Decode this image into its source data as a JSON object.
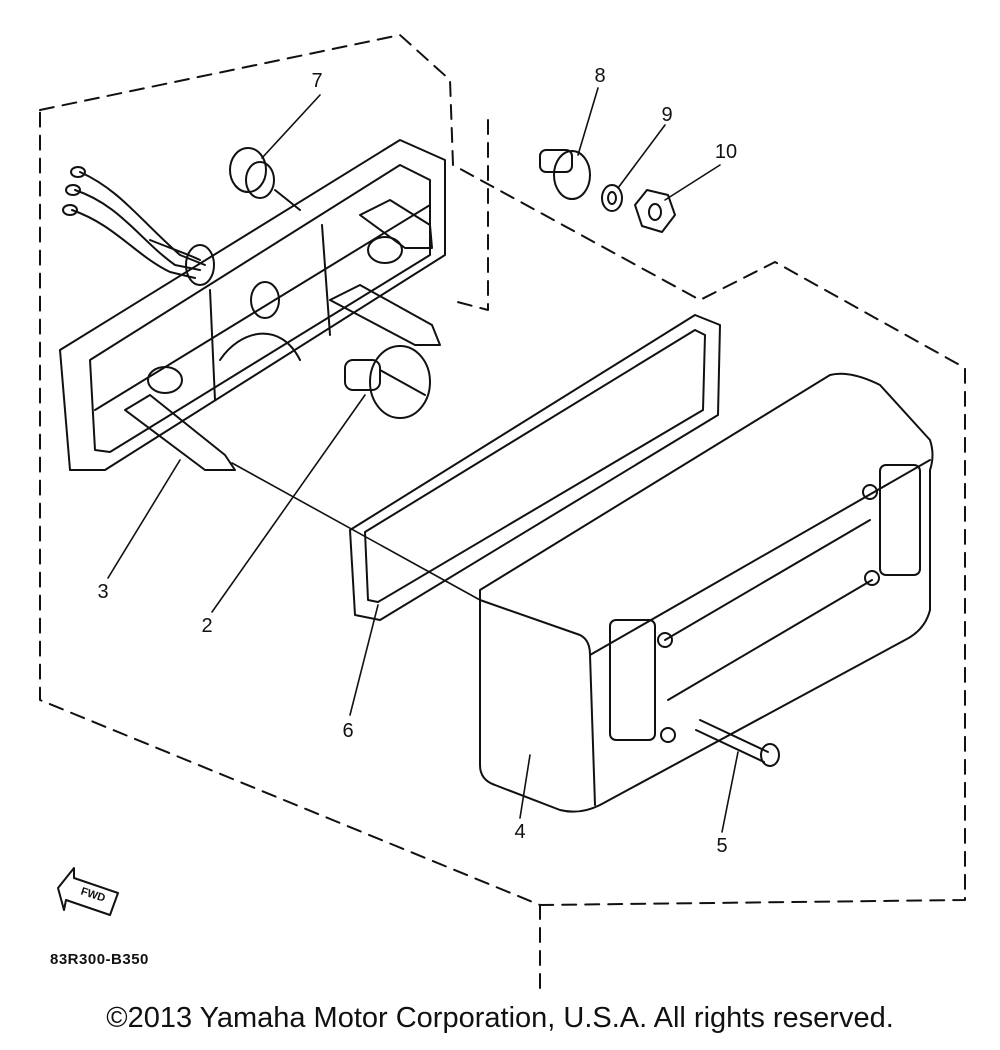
{
  "diagram": {
    "callouts": [
      {
        "id": "7",
        "label": "7"
      },
      {
        "id": "8",
        "label": "8"
      },
      {
        "id": "9",
        "label": "9"
      },
      {
        "id": "10",
        "label": "10"
      },
      {
        "id": "3",
        "label": "3"
      },
      {
        "id": "2",
        "label": "2"
      },
      {
        "id": "6",
        "label": "6"
      },
      {
        "id": "4",
        "label": "4"
      },
      {
        "id": "5",
        "label": "5"
      }
    ],
    "fwd_label": "FWD",
    "diagram_code": "83R300-B350",
    "line_color": "#111111"
  },
  "footer": {
    "copyright": "©2013 Yamaha Motor Corporation, U.S.A. All rights reserved."
  }
}
